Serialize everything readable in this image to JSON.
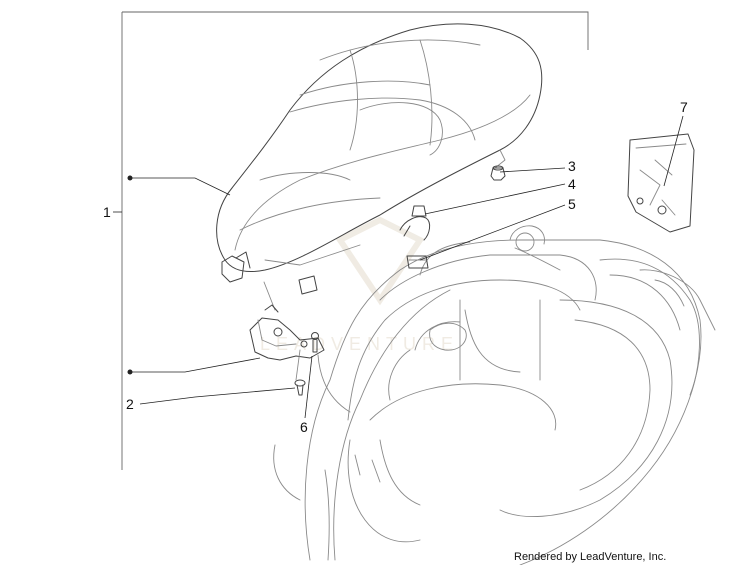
{
  "callouts": [
    "1",
    "2",
    "3",
    "4",
    "5",
    "6",
    "7"
  ],
  "watermark": {
    "text": "LEADVENTURE",
    "color": "#e4dccd"
  },
  "credit": "Rendered by LeadVenture, Inc.",
  "colors": {
    "line_art": "#8a8a8a",
    "part_outline": "#444444",
    "leader": "#222222"
  },
  "icons": [
    "seat-part",
    "bracket-part",
    "screw-part",
    "bumper-part",
    "clip-part",
    "cable-part",
    "document-pouch-part",
    "scooter-body"
  ]
}
